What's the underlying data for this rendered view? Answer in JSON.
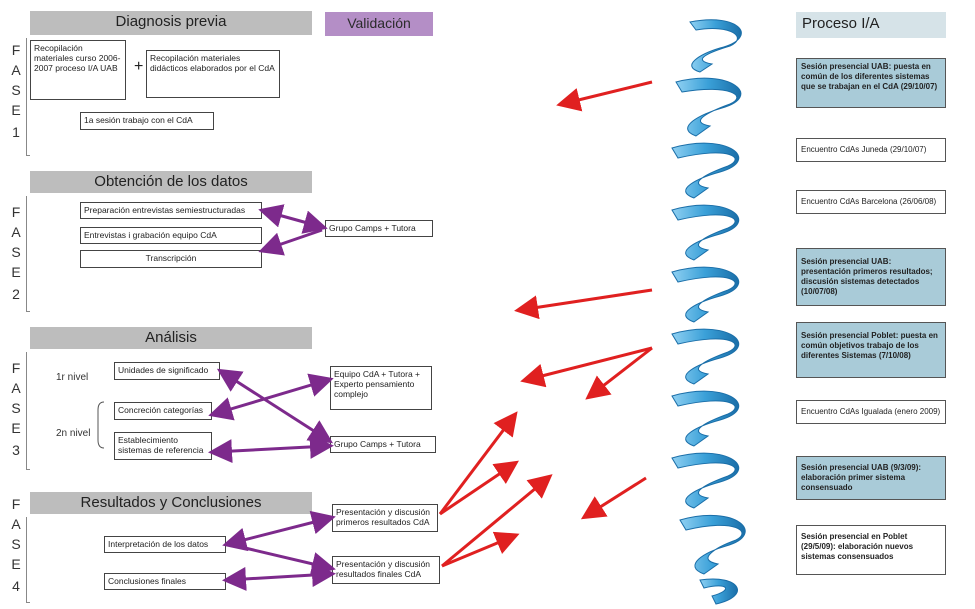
{
  "colors": {
    "purple": "#7d2a8c",
    "red": "#e02020",
    "helix": "#3aa0d8",
    "helix_dark": "#1a6ea8",
    "header_grey": "#bdbdbd",
    "proc_bold_bg": "#a9cbd8",
    "validacion_bg": "#b48ec6"
  },
  "validacion": "Validación",
  "fase_letters": [
    "F",
    "A",
    "S",
    "E"
  ],
  "phases": [
    {
      "title": "Diagnosis previa",
      "number": "1",
      "boxes": {
        "recopilacion": "Recopilación materiales curso 2006-2007 proceso I/A UAB",
        "plus": "+",
        "recopilacion_didacticos": "Recopilación materiales didácticos elaborados por el CdA",
        "sesion": "1a sesión trabajo con el CdA"
      }
    },
    {
      "title": "Obtención de los datos",
      "number": "2",
      "boxes": {
        "preparacion": "Preparación entrevistas semiestructuradas",
        "entrevistas": "Entrevistas i grabación equipo CdA",
        "transcripcion": "Transcripción",
        "grupo": "Grupo Camps + Tutora"
      }
    },
    {
      "title": "Análisis",
      "number": "3",
      "labels": {
        "nivel1": "1r nivel",
        "nivel2": "2n nivel"
      },
      "boxes": {
        "unidades": "Unidades de significado",
        "concrecion": "Concreción categorías",
        "establecimiento": "Establecimiento sistemas de referencia",
        "equipo": "Equipo CdA + Tutora + Experto pensamiento complejo",
        "grupo": "Grupo Camps + Tutora"
      }
    },
    {
      "title": "Resultados y Conclusiones",
      "number": "4",
      "boxes": {
        "interpretacion": "Interpretación de los datos",
        "conclusiones": "Conclusiones finales",
        "presentacion1": "Presentación y discusión primeros resultados CdA",
        "presentacion2": "Presentación y discusión resultados finales CdA"
      }
    }
  ],
  "proceso": {
    "title": "Proceso I/A",
    "items": [
      {
        "text": "Sesión presencial UAB: puesta en común de los diferentes sistemas que se trabajan en el CdA (29/10/07)",
        "bold": true
      },
      {
        "text": "Encuentro CdAs Juneda (29/10/07)",
        "bold": false
      },
      {
        "text": "Encuentro CdAs Barcelona (26/06/08)",
        "bold": false
      },
      {
        "text": "Sesión presencial UAB: presentación primeros resultados; discusión sistemas detectados (10/07/08)",
        "bold": true
      },
      {
        "text": "Sesión presencial Poblet: puesta en común objetivos trabajo de los diferentes Sistemas (7/10/08)",
        "bold": true
      },
      {
        "text": "Encuentro CdAs Igualada (enero 2009)",
        "bold": false
      },
      {
        "text": "Sesión presencial UAB (9/3/09): elaboración primer sistema consensuado",
        "bold": true
      },
      {
        "text": "Sesión presencial en Poblet (29/5/09): elaboración nuevos sistemas consensuados",
        "bold": false,
        "bold_text": true
      }
    ]
  }
}
